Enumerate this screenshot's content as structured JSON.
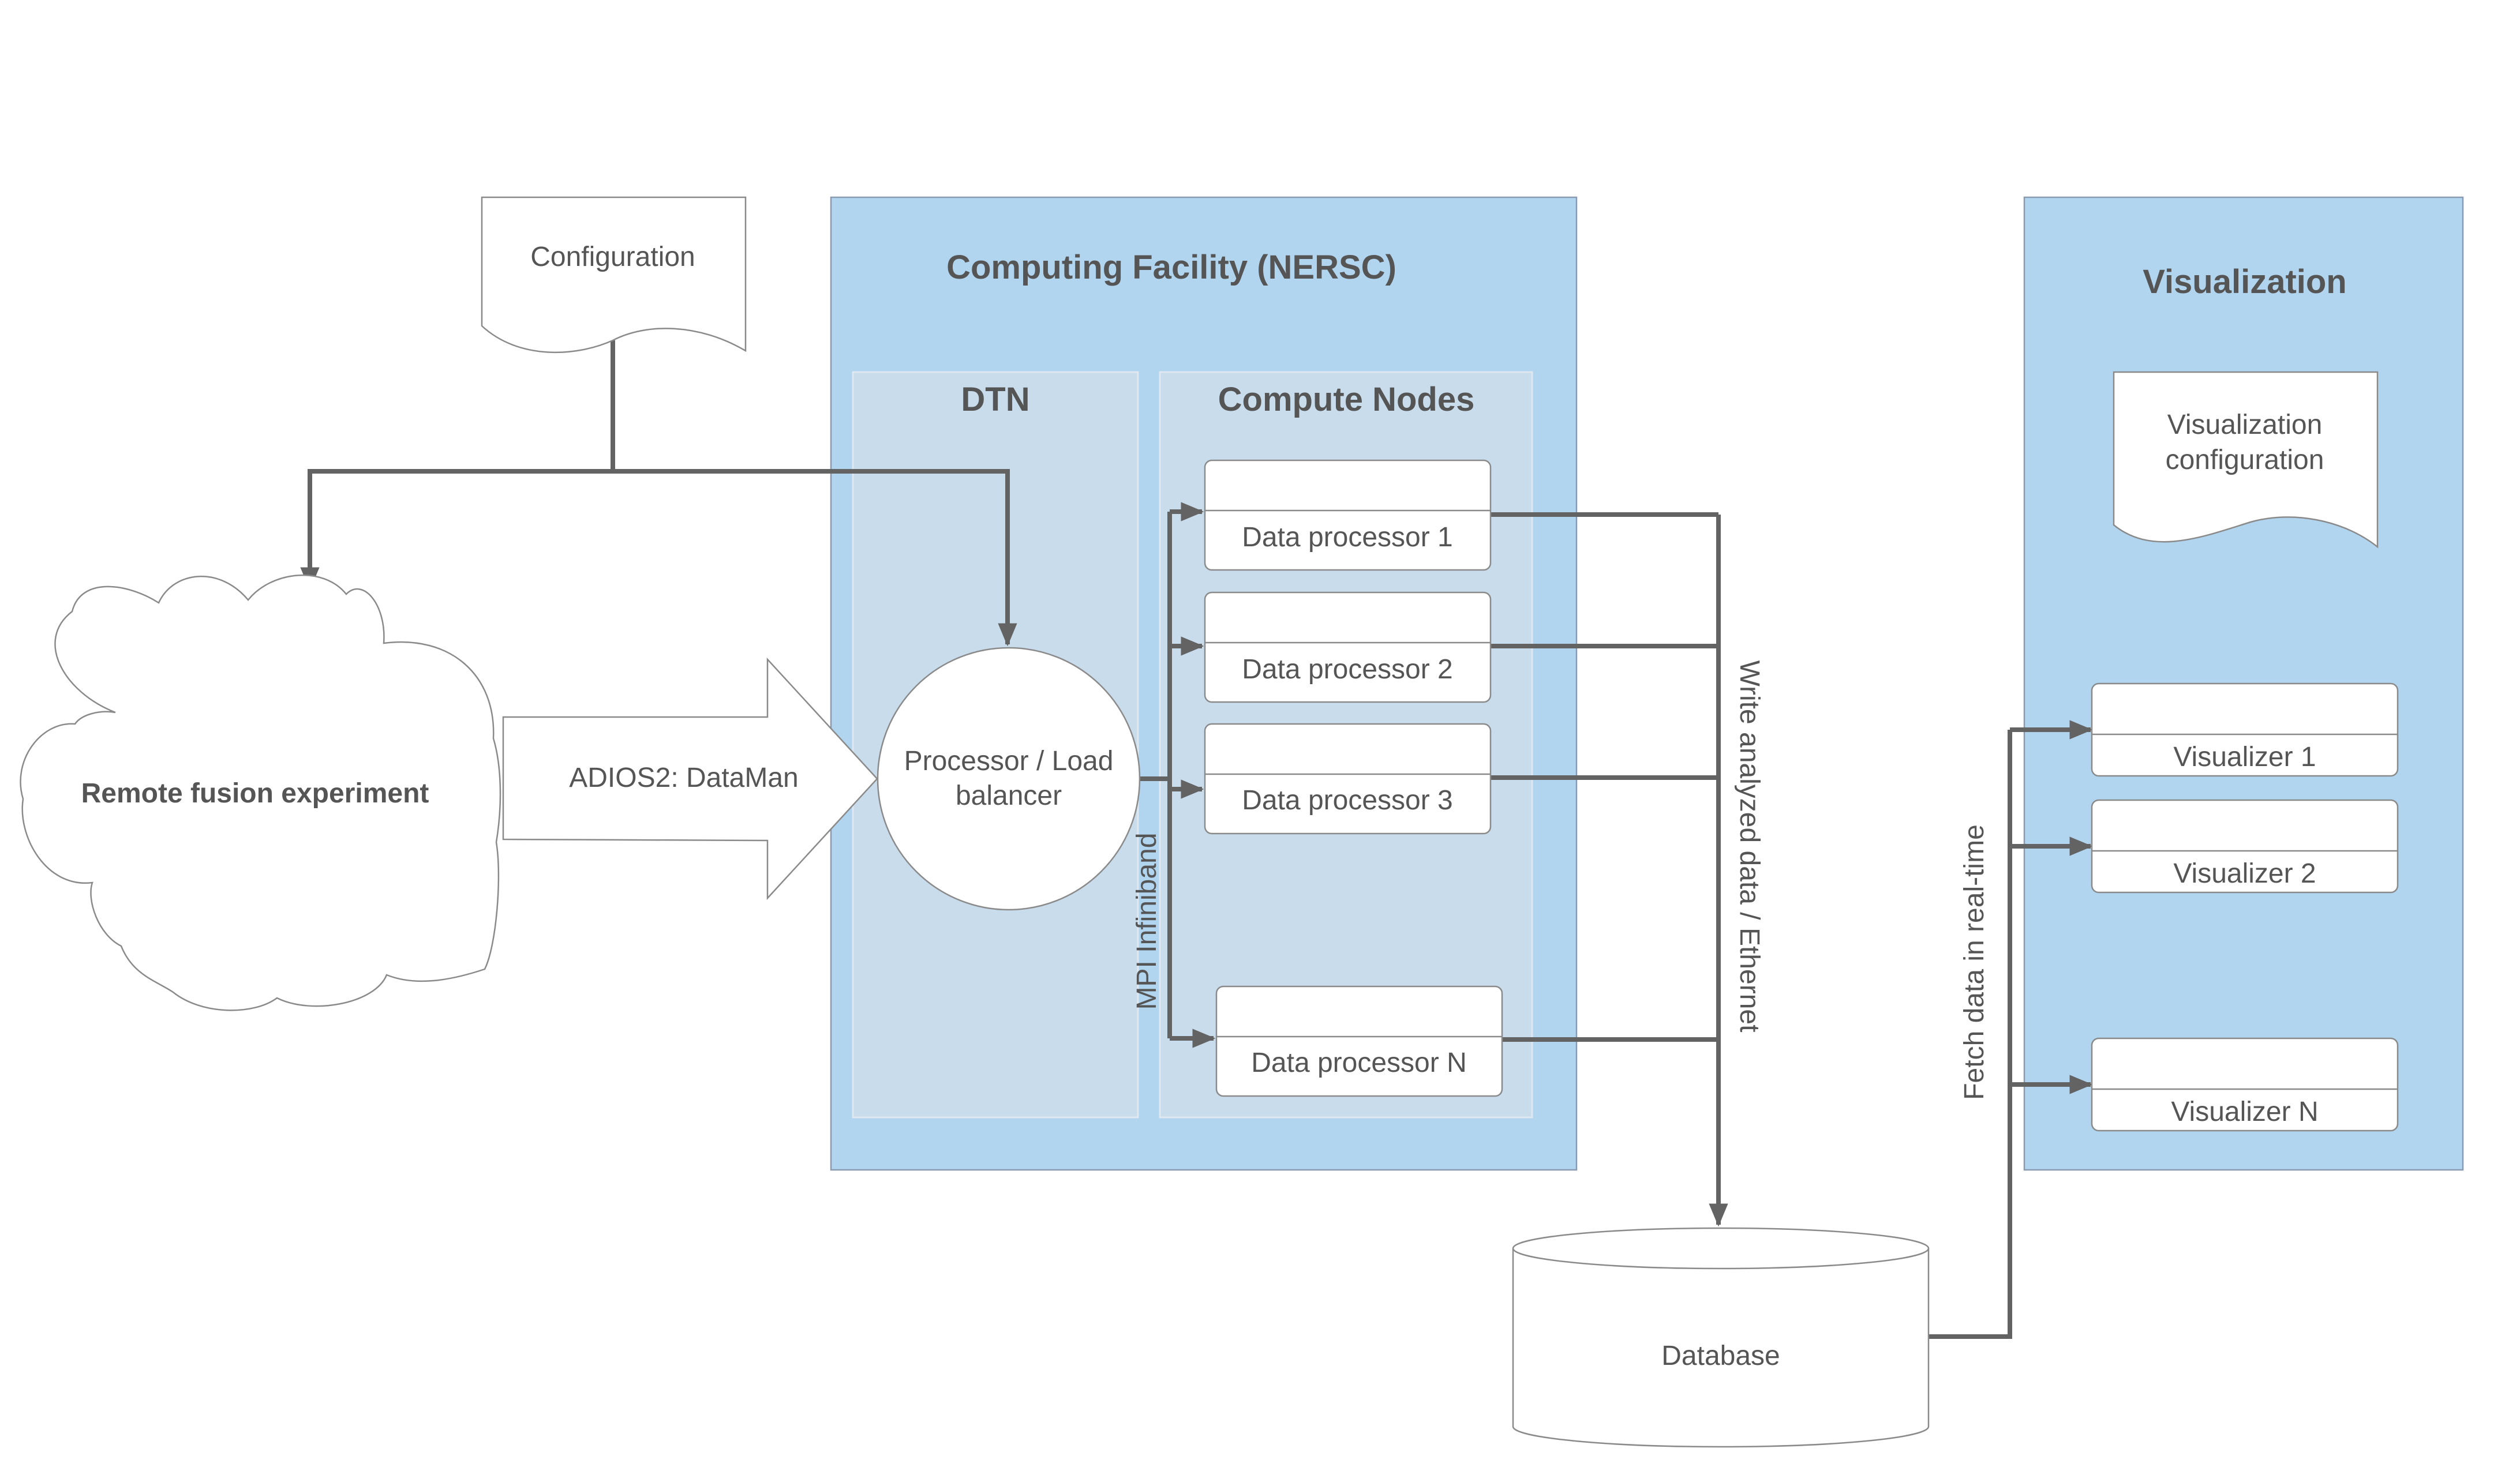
{
  "configuration": {
    "label": "Configuration"
  },
  "remote_experiment": {
    "label": "Remote fusion experiment"
  },
  "transport": {
    "label": "ADIOS2: DataMan"
  },
  "computing_facility": {
    "title": "Computing Facility (NERSC)",
    "dtn": {
      "title": "DTN"
    },
    "compute_nodes": {
      "title": "Compute Nodes"
    },
    "load_balancer": {
      "line1": "Processor / Load",
      "line2": "balancer"
    },
    "processors": [
      "Data processor 1",
      "Data processor 2",
      "Data processor 3",
      "Data processor N"
    ],
    "interconnect_label": "MPI Infiniband"
  },
  "write_label": "Write analyzed data / Ethernet",
  "database": {
    "label": "Database"
  },
  "fetch_label": "Fetch data in real-time",
  "visualization": {
    "title": "Visualization",
    "config": {
      "line1": "Visualization",
      "line2": "configuration"
    },
    "visualizers": [
      "Visualizer 1",
      "Visualizer 2",
      "Visualizer N"
    ]
  },
  "colors": {
    "panel_fill": "#b1d4ef",
    "subpanel_fill": "#c9dcec",
    "stroke": "#8a8a8a",
    "connector": "#636363",
    "text": "#555555"
  }
}
